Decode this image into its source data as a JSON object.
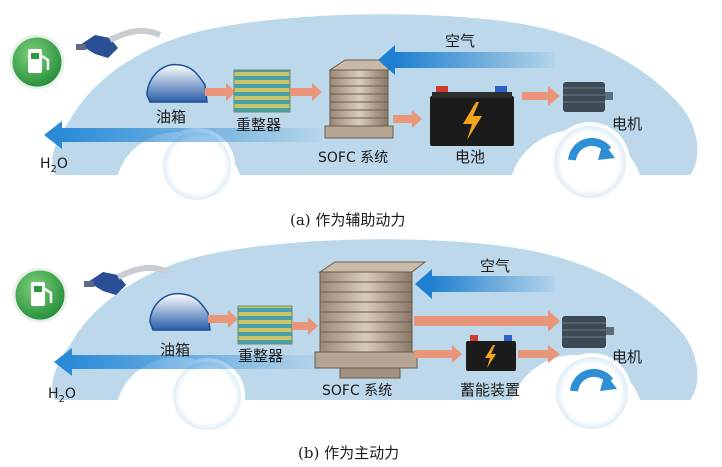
{
  "panels": [
    {
      "id": "a",
      "caption": "(a) 作为辅助动力",
      "labels": {
        "fuel_tank": "油箱",
        "reformer": "重整器",
        "sofc": "SOFC 系统",
        "storage": "电池",
        "motor": "电机",
        "air": "空气",
        "water": "H",
        "water_sub": "2",
        "water_tail": "O"
      }
    },
    {
      "id": "b",
      "caption": "(b) 作为主动力",
      "labels": {
        "fuel_tank": "油箱",
        "reformer": "重整器",
        "sofc": "SOFC 系统",
        "storage": "蓄能装置",
        "motor": "电机",
        "air": "空气",
        "water": "H",
        "water_sub": "2",
        "water_tail": "O"
      }
    }
  ],
  "icons": [
    "fuel-station-icon",
    "fuel-nozzle-icon",
    "lightning-icon",
    "rotation-arrow-icon"
  ],
  "colors": {
    "car_body": "#bcd8ea",
    "flow_arrow": "#e8957a",
    "air_arrow": "#2f8fd6",
    "station_green": "#3aa84a",
    "battery_dark": "#1b1b1b",
    "bolt": "#f2a41c"
  }
}
